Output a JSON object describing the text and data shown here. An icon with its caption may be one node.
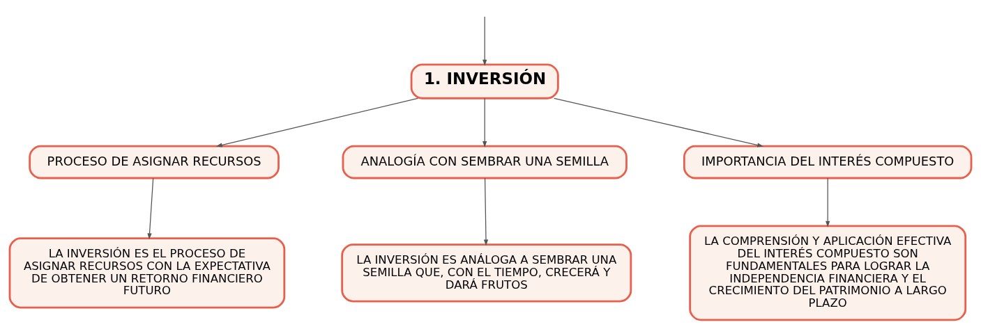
{
  "diagram": {
    "nodes": [
      {
        "text": [
          "1. INVERSIÓN"
        ]
      },
      {
        "text": [
          "PROCESO DE ASIGNAR RECURSOS"
        ]
      },
      {
        "text": [
          "ANALOGÍA CON SEMBRAR UNA SEMILLA"
        ]
      },
      {
        "text": [
          "IMPORTANCIA DEL INTERÉS COMPUESTO"
        ]
      },
      {
        "text": [
          "LA INVERSIÓN ES EL PROCESO DE ASIGNAR RECURSOS CON LA EXPECTATIVA DE OBTENER UN RETORNO FINANCIERO FUTURO"
        ]
      },
      {
        "text": [
          "LA INVERSIÓN ES ANÁLOGA A SEMBRAR UNA SEMILLA QUE, CON EL TIEMPO, CRECERÁ Y DARÁ FRUTOS"
        ]
      },
      {
        "text": [
          "LA COMPRENSIÓN Y APLICACIÓN EFECTIVA DEL INTERÉS COMPUESTO SON FUNDAMENTALES PARA LOGRAR LA INDEPENDENCIA FINANCIERA Y EL CRECIMIENTO DEL PATRIMONIO A LARGO PLAZO"
        ]
      }
    ],
    "edges": [
      {
        "from": null,
        "to": 0,
        "arrow": "to"
      },
      {
        "from": 0,
        "to": 1,
        "arrow": "to"
      },
      {
        "from": 0,
        "to": 2,
        "arrow": "to"
      },
      {
        "from": 0,
        "to": 3,
        "arrow": "to"
      },
      {
        "from": 1,
        "to": 4,
        "arrow": "to"
      },
      {
        "from": 2,
        "to": 5,
        "arrow": "to"
      },
      {
        "from": 3,
        "to": 6,
        "arrow": "to"
      }
    ]
  }
}
